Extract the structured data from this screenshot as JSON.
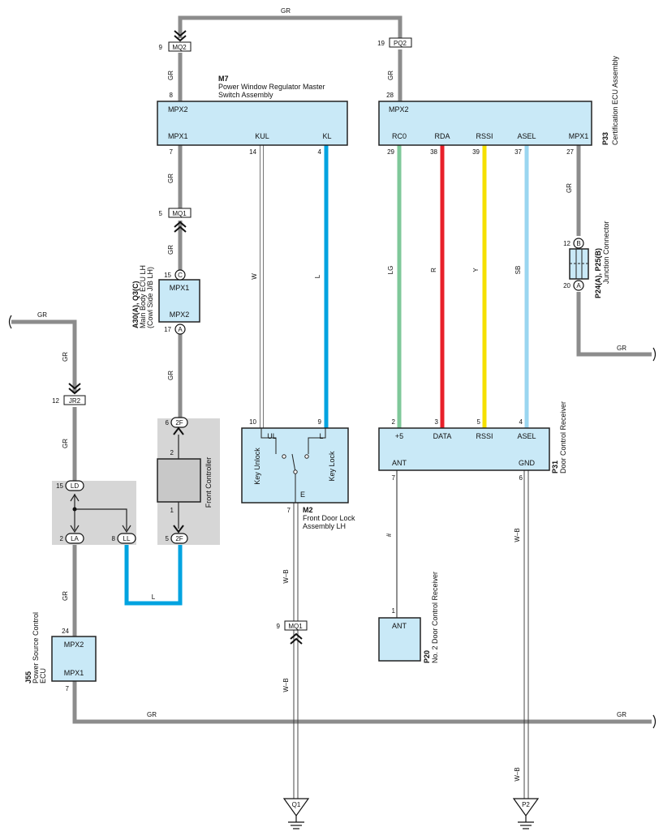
{
  "colors": {
    "gray_wire": "#8c8c8c",
    "blue_wire": "#00a3e0",
    "green_wire": "#7fc89a",
    "red_wire": "#e8202a",
    "yellow_wire": "#f5e000",
    "skyblue_wire": "#9ad6f0",
    "ecu_fill": "#c9e9f7",
    "shade": "#d6d6d6",
    "dark_box": "#c8c8c8"
  },
  "m7": {
    "code": "M7",
    "name_l1": "Power Window Regulator Master",
    "name_l2": "Switch Assembly",
    "mpx2": "MPX2",
    "mpx1": "MPX1",
    "kul": "KUL",
    "kl": "KL",
    "pin_mpx2": "8",
    "pin_mpx1": "7",
    "pin_kul": "14",
    "pin_kl": "4"
  },
  "p33": {
    "code": "P33",
    "name": "Certification ECU Assembly",
    "mpx2": "MPX2",
    "rc0": "RC0",
    "rda": "RDA",
    "rssi": "RSSI",
    "asel": "ASEL",
    "mpx1": "MPX1",
    "pin_mpx2": "28",
    "pin_rc0": "29",
    "pin_rda": "38",
    "pin_rssi": "39",
    "pin_asel": "37",
    "pin_mpx1": "27"
  },
  "a30": {
    "code": "A30(A), Q3(C)",
    "name_l1": "Main Body ECU LH",
    "name_l2": "(Cowl Side J/B LH)",
    "mpx1": "MPX1",
    "mpx2": "MPX2",
    "pin_top": "15",
    "pin_top_conn": "C",
    "pin_bot": "17",
    "pin_bot_conn": "A"
  },
  "p24": {
    "code": "P24(A), P25(B)",
    "name": "Junction Connector",
    "pin_top": "12",
    "pin_top_conn": "B",
    "pin_bot": "20",
    "pin_bot_conn": "A"
  },
  "m2": {
    "code": "M2",
    "name_l1": "Front Door Lock",
    "name_l2": "Assembly LH",
    "ul": "UL",
    "l": "L",
    "e": "E",
    "key_unlock": "Key Unlock",
    "key_lock": "Key Lock",
    "pin_ul": "10",
    "pin_l": "9",
    "pin_e": "7"
  },
  "p31": {
    "code": "P31",
    "name": "Door Control Receiver",
    "p5": "+5",
    "data": "DATA",
    "rssi": "RSSI",
    "asel": "ASEL",
    "ant": "ANT",
    "gnd": "GND",
    "pin_p5": "2",
    "pin_data": "3",
    "pin_rssi": "5",
    "pin_asel": "4",
    "pin_ant": "7",
    "pin_gnd": "6"
  },
  "p20": {
    "code": "P20",
    "name": "No. 2 Door Control Receiver",
    "ant": "ANT",
    "pin_ant": "1"
  },
  "j55": {
    "code": "J55",
    "name_l1": "Power Source Control",
    "name_l2": "ECU",
    "mpx2": "MPX2",
    "mpx1": "MPX1",
    "pin_mpx2": "24",
    "pin_mpx1": "7"
  },
  "front_controller": {
    "name": "Front Controller",
    "pin_2": "2",
    "pin_1": "1",
    "top_pin": "6",
    "top_conn": "2F",
    "bot_pin": "5",
    "bot_conn": "2F"
  },
  "junction_left": {
    "ld_pin": "15",
    "ld": "LD",
    "la_pin": "2",
    "la": "LA",
    "ll_pin": "8",
    "ll": "LL"
  },
  "connectors": {
    "mq2": "MQ2",
    "mq2_pin": "9",
    "pq2": "PQ2",
    "pq2_pin": "19",
    "mq1_top": "MQ1",
    "mq1_top_pin": "5",
    "jr2": "JR2",
    "jr2_pin": "12",
    "mq1_bot": "MQ1",
    "mq1_bot_pin": "9"
  },
  "grounds": {
    "q1": "Q1",
    "p2": "P2"
  },
  "wires": {
    "gr": "GR",
    "w": "W",
    "l": "L",
    "lg": "LG",
    "r": "R",
    "y": "Y",
    "sb": "SB",
    "wb": "W–B",
    "shield": "#"
  }
}
